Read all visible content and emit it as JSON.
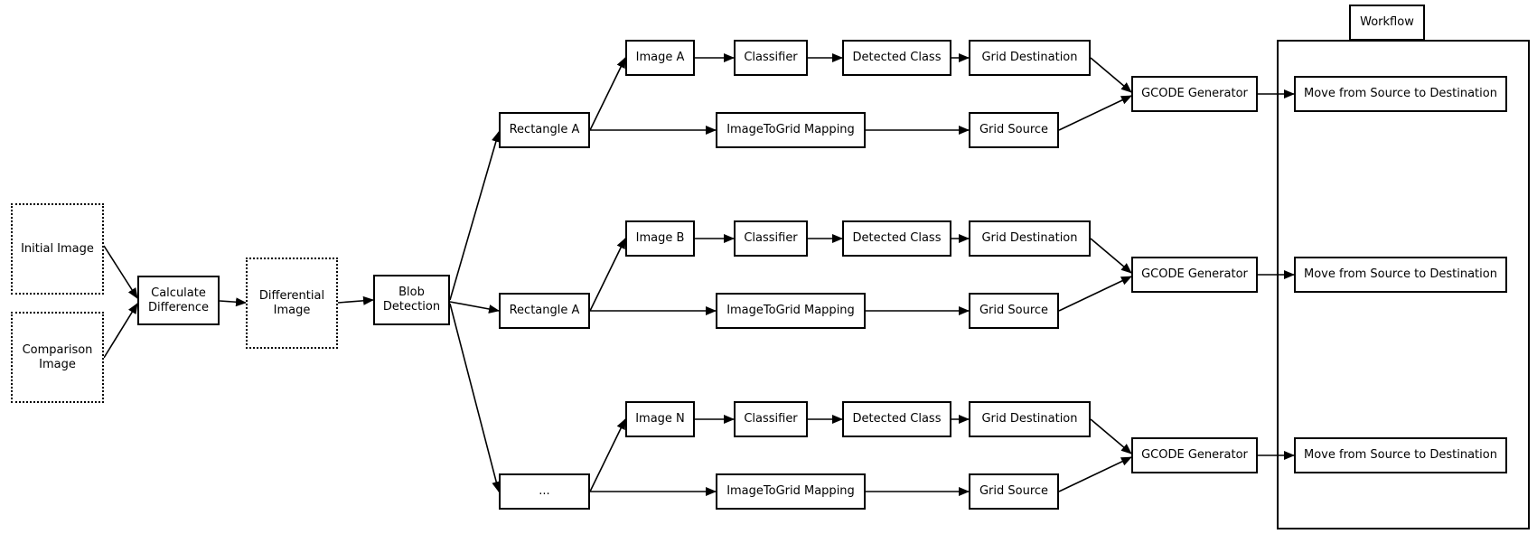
{
  "workflow": {
    "title": "Workflow"
  },
  "inputs": {
    "initial_image": "Initial Image",
    "comparison_image": "Comparison\nImage",
    "calculate_difference": "Calculate\nDifference",
    "differential_image": "Differential\nImage",
    "blob_detection": "Blob\nDetection"
  },
  "branches": [
    {
      "rectangle": "Rectangle A",
      "image": "Image A",
      "classifier": "Classifier",
      "detected_class": "Detected Class",
      "grid_destination": "Grid Destination",
      "mapping": "ImageToGrid Mapping",
      "grid_source": "Grid Source",
      "gcode": "GCODE Generator",
      "move": "Move from Source to Destination"
    },
    {
      "rectangle": "Rectangle A",
      "image": "Image B",
      "classifier": "Classifier",
      "detected_class": "Detected Class",
      "grid_destination": "Grid Destination",
      "mapping": "ImageToGrid Mapping",
      "grid_source": "Grid Source",
      "gcode": "GCODE Generator",
      "move": "Move from Source to Destination"
    },
    {
      "rectangle": "...",
      "image": "Image N",
      "classifier": "Classifier",
      "detected_class": "Detected Class",
      "grid_destination": "Grid Destination",
      "mapping": "ImageToGrid Mapping",
      "grid_source": "Grid Source",
      "gcode": "GCODE Generator",
      "move": "Move from Source to Destination"
    }
  ]
}
